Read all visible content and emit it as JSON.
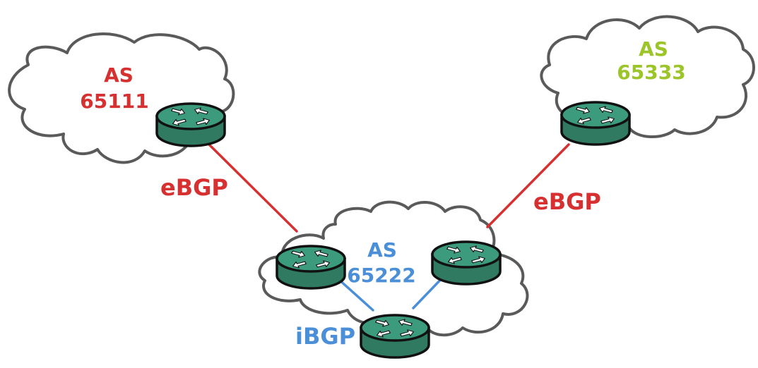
{
  "colors": {
    "ebgp": "#d63030",
    "ibgp": "#4a8fd8",
    "as_65111": "#d63030",
    "as_65222": "#4a8fd8",
    "as_65333": "#9cc52a",
    "router_top": "#3d9b7d",
    "router_side": "#2f7a61",
    "cloud_outline": "#5a5a5a"
  },
  "autonomous_systems": [
    {
      "id": "as-65111",
      "label_line1": "AS",
      "label_line2": "65111"
    },
    {
      "id": "as-65222",
      "label_line1": "AS",
      "label_line2": "65222"
    },
    {
      "id": "as-65333",
      "label_line1": "AS",
      "label_line2": "65333"
    }
  ],
  "links": [
    {
      "id": "ebgp-left",
      "label": "eBGP",
      "type": "eBGP"
    },
    {
      "id": "ebgp-right",
      "label": "eBGP",
      "type": "eBGP"
    },
    {
      "id": "ibgp-left",
      "label": "iBGP",
      "type": "iBGP"
    },
    {
      "id": "ibgp-right",
      "label": "",
      "type": "iBGP"
    }
  ],
  "routers": [
    {
      "id": "router-as65111",
      "icon": "router-icon"
    },
    {
      "id": "router-as65333",
      "icon": "router-icon"
    },
    {
      "id": "router-as65222-left",
      "icon": "router-icon"
    },
    {
      "id": "router-as65222-right",
      "icon": "router-icon"
    },
    {
      "id": "router-as65222-bottom",
      "icon": "router-icon"
    }
  ]
}
